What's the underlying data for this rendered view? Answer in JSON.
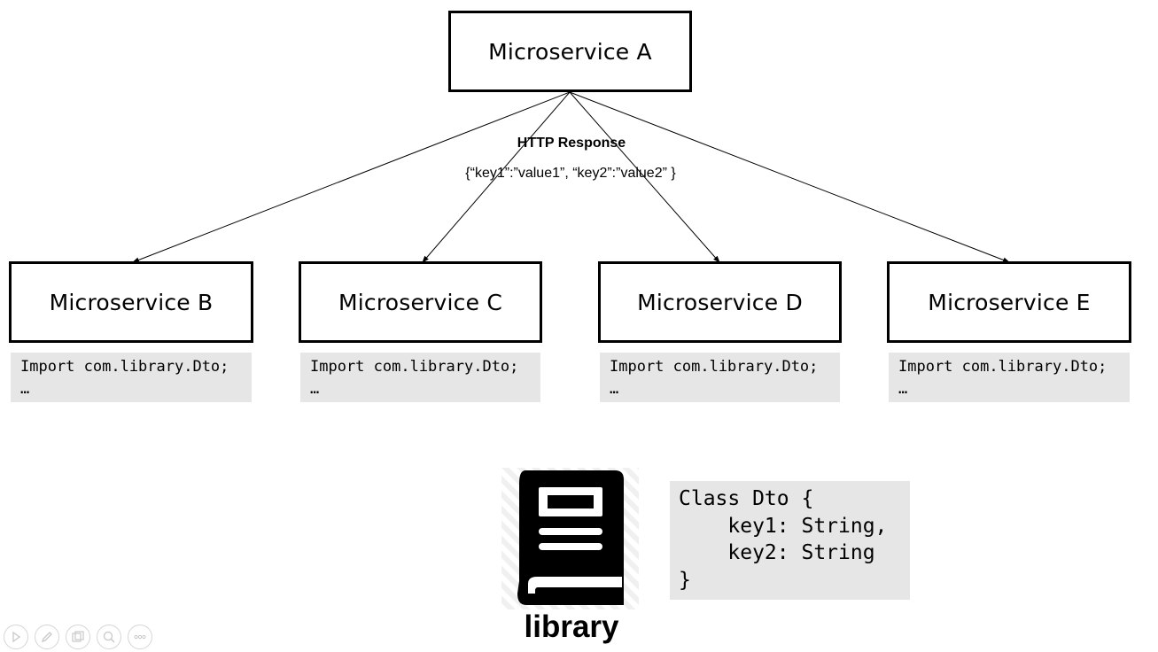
{
  "services": {
    "a": "Microservice A",
    "b": "Microservice B",
    "c": "Microservice C",
    "d": "Microservice D",
    "e": "Microservice E"
  },
  "http": {
    "title": "HTTP Response",
    "body": "{“key1”:”value1”, “key2”:”value2” }"
  },
  "import_snippet": {
    "line1": "Import com.library.Dto;",
    "line2": "…"
  },
  "library": {
    "label": "library"
  },
  "dto_class": {
    "code": "Class Dto {\n    key1: String,\n    key2: String\n}"
  },
  "toolbar": {
    "items": [
      "play-icon",
      "pen-icon",
      "slides-icon",
      "zoom-icon",
      "more-icon"
    ]
  }
}
